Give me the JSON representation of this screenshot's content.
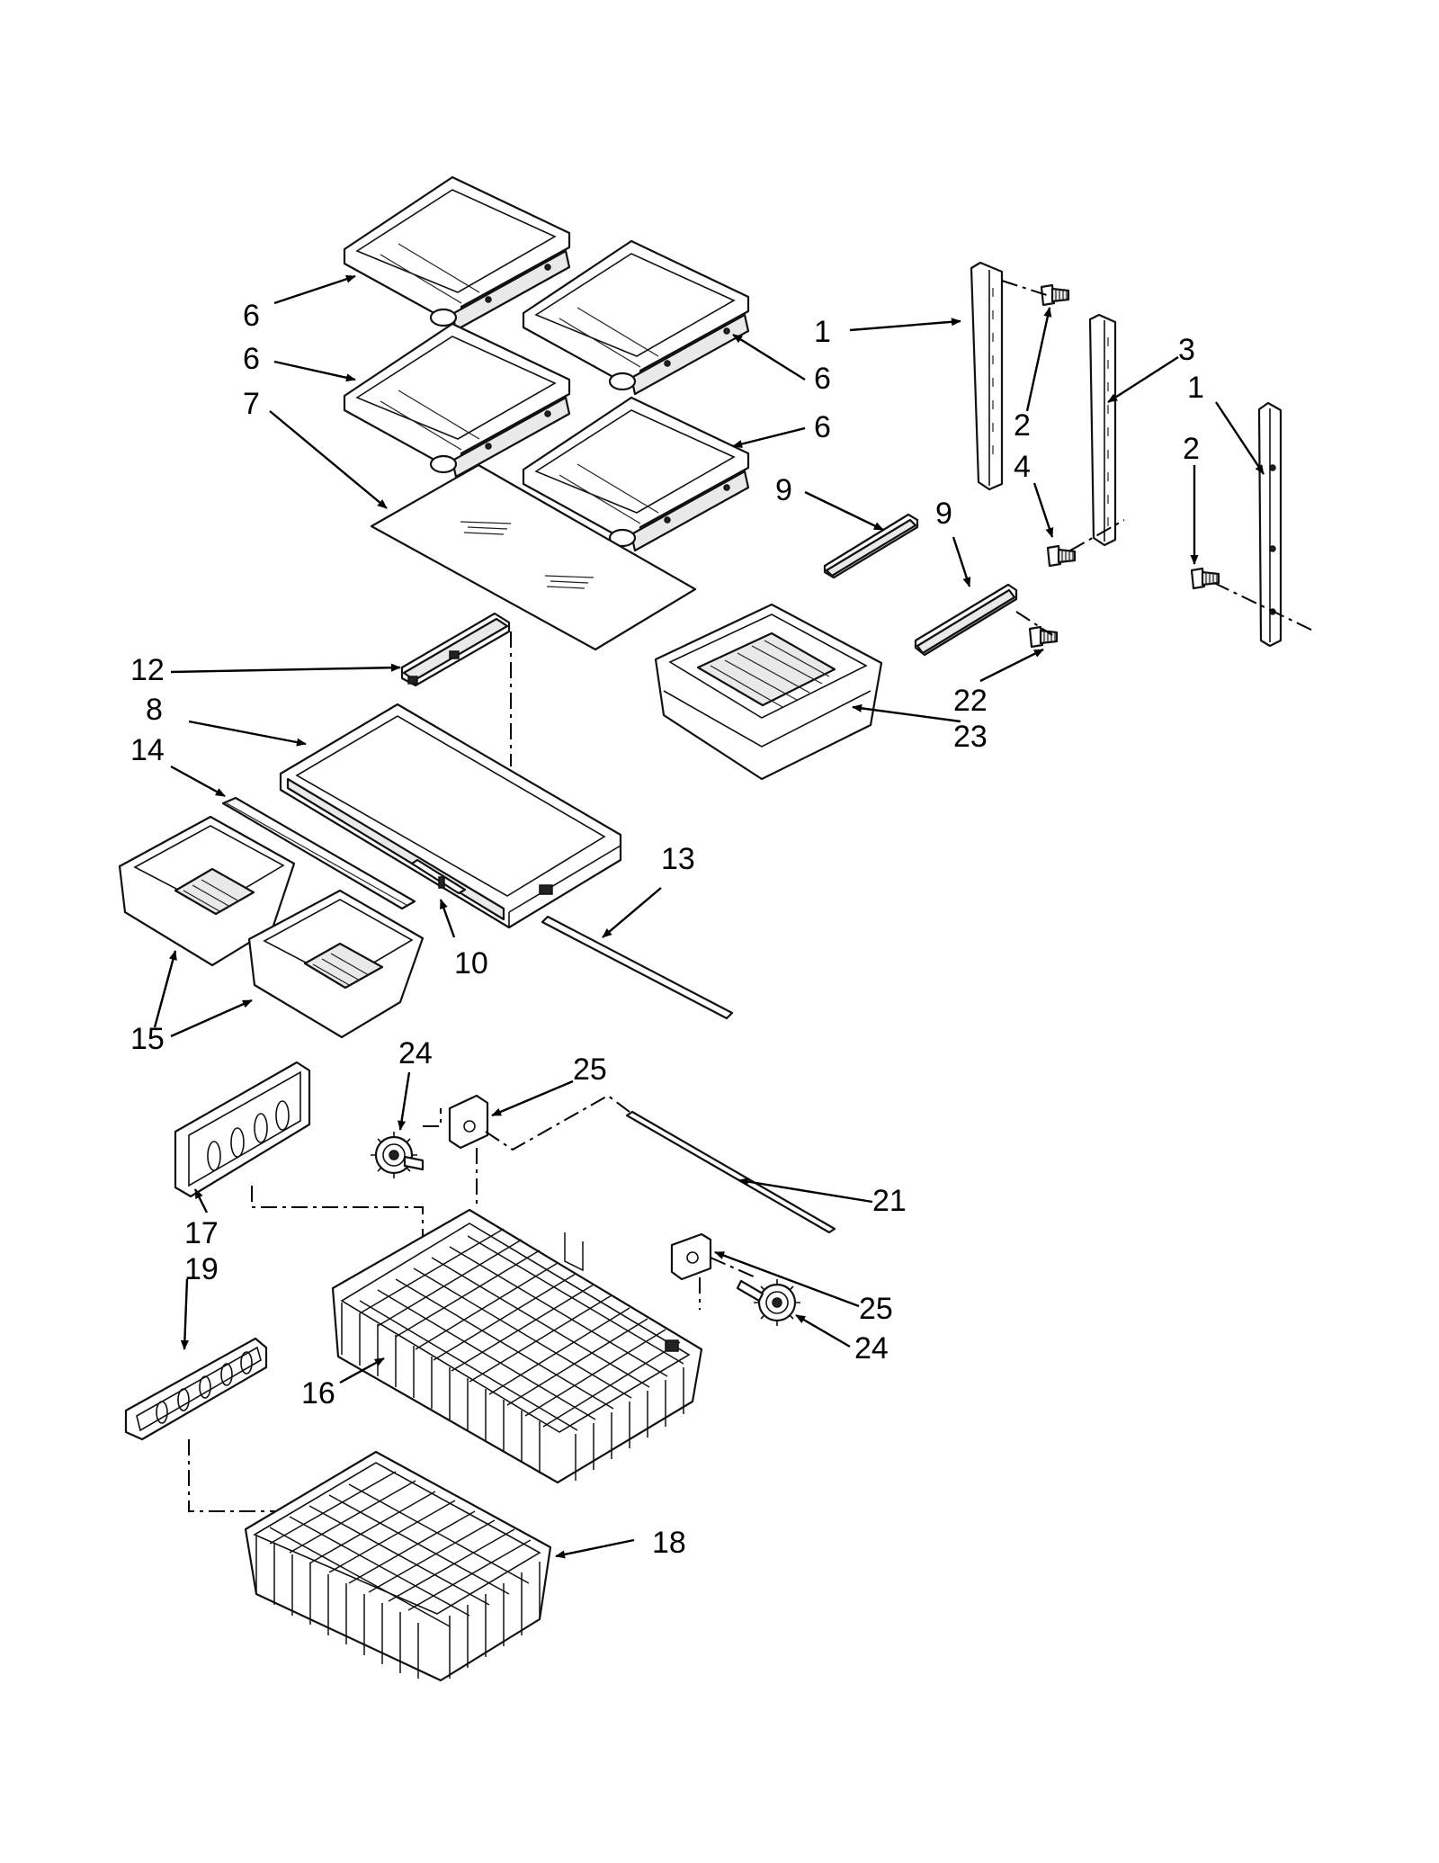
{
  "colors": {
    "line": "#111111",
    "background": "#ffffff",
    "shading": "#e9e9e9"
  },
  "callouts": {
    "c1a": "1",
    "c1b": "1",
    "c2a": "2",
    "c2b": "2",
    "c3": "3",
    "c4": "4",
    "c6a": "6",
    "c6b": "6",
    "c6c": "6",
    "c6d": "6",
    "c7": "7",
    "c8": "8",
    "c9a": "9",
    "c9b": "9",
    "c10": "10",
    "c12": "12",
    "c13": "13",
    "c14": "14",
    "c15": "15",
    "c16": "16",
    "c17": "17",
    "c18": "18",
    "c19": "19",
    "c21": "21",
    "c22": "22",
    "c23": "23",
    "c24a": "24",
    "c24b": "24",
    "c25a": "25",
    "c25b": "25"
  }
}
